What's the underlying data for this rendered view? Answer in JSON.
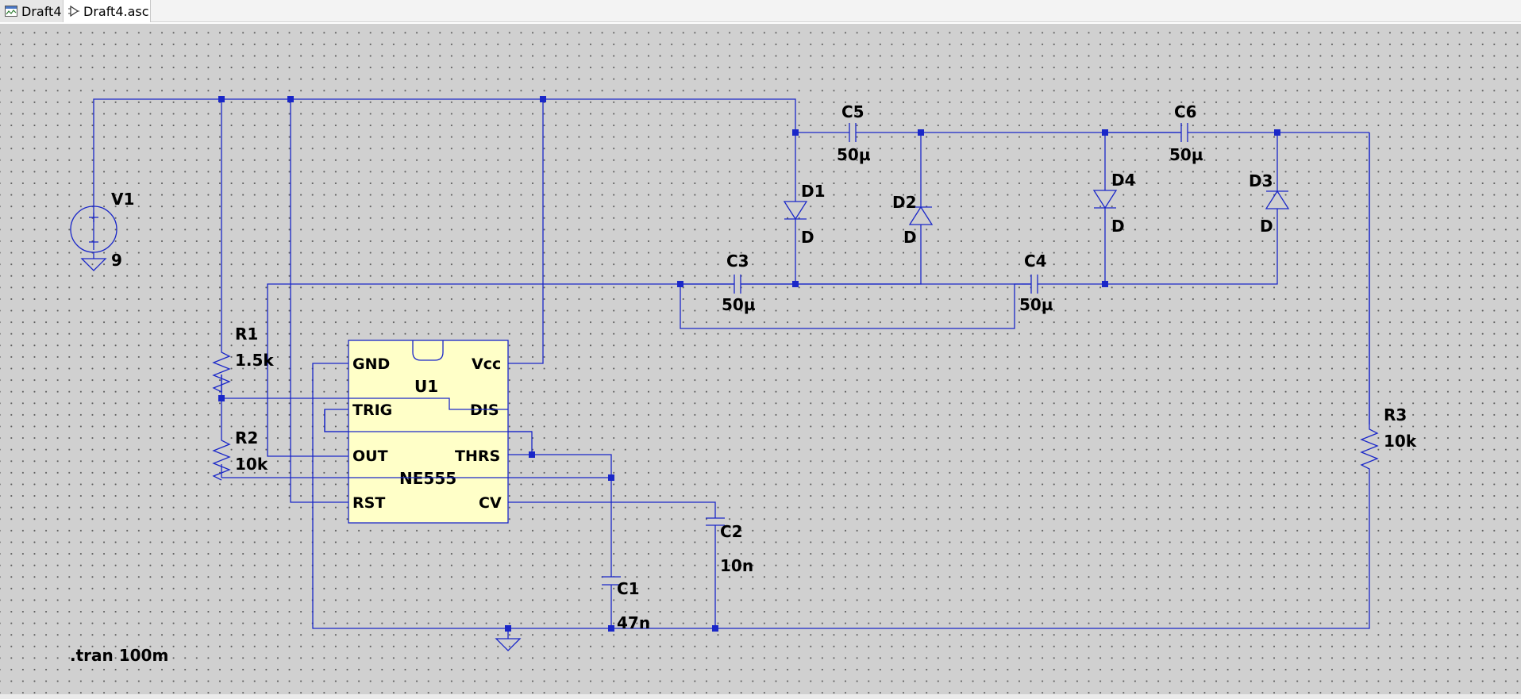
{
  "tabs": [
    {
      "label": "Draft4",
      "icon": "waveform-plot-icon",
      "active": false
    },
    {
      "label": "Draft4.asc",
      "icon": "schematic-op-amp-icon",
      "active": true
    }
  ],
  "schematic": {
    "colors": {
      "background": "#d0d0d0",
      "grid_dot": "#5e5e5e",
      "wire": "#1a27c8",
      "ic_fill": "#ffffc8",
      "label": "#000000"
    },
    "source": {
      "name": "V1",
      "value": "9"
    },
    "ic": {
      "name": "U1",
      "model": "NE555",
      "pins": {
        "gnd": "GND",
        "vcc": "Vcc",
        "trig": "TRIG",
        "dis": "DIS",
        "out": "OUT",
        "thrs": "THRS",
        "rst": "RST",
        "cv": "CV"
      }
    },
    "resistors": {
      "r1": {
        "name": "R1",
        "value": "1.5k"
      },
      "r2": {
        "name": "R2",
        "value": "10k"
      },
      "r3": {
        "name": "R3",
        "value": "10k"
      }
    },
    "capacitors": {
      "c1": {
        "name": "C1",
        "value": "47n"
      },
      "c2": {
        "name": "C2",
        "value": "10n"
      },
      "c3": {
        "name": "C3",
        "value": "50µ"
      },
      "c4": {
        "name": "C4",
        "value": "50µ"
      },
      "c5": {
        "name": "C5",
        "value": "50µ"
      },
      "c6": {
        "name": "C6",
        "value": "50µ"
      }
    },
    "diodes": {
      "d1": {
        "name": "D1",
        "model": "D"
      },
      "d2": {
        "name": "D2",
        "model": "D"
      },
      "d3": {
        "name": "D3",
        "model": "D"
      },
      "d4": {
        "name": "D4",
        "model": "D"
      }
    },
    "directive": ".tran 100m"
  }
}
